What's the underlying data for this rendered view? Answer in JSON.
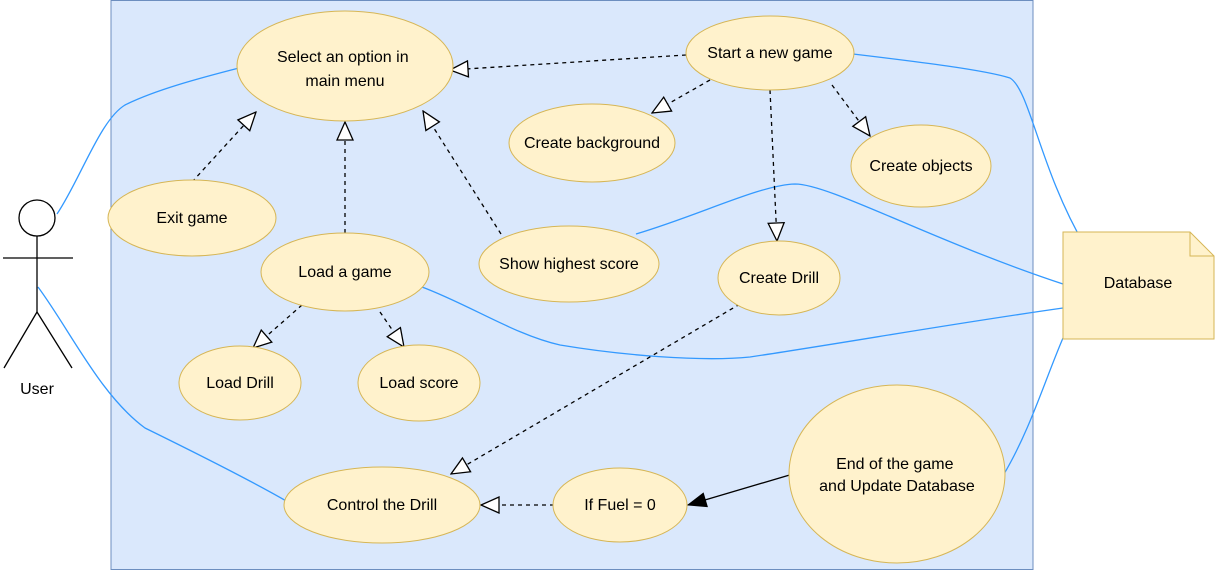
{
  "colors": {
    "system_fill": "#dae8fc",
    "system_stroke": "#6c8ebf",
    "usecase_fill": "#fff2cc",
    "usecase_stroke": "#d6b656",
    "association": "#3399ff",
    "dependency": "#000000"
  },
  "actor": {
    "label": "User",
    "icon": "stick-figure-icon"
  },
  "database": {
    "label": "Database",
    "icon": "note-icon"
  },
  "use_cases": {
    "select_option": [
      "Select an option in",
      "main menu"
    ],
    "start_new_game": [
      "Start a new game"
    ],
    "create_background": [
      "Create background"
    ],
    "create_objects": [
      "Create objects"
    ],
    "exit_game": [
      "Exit game"
    ],
    "load_game": [
      "Load a game"
    ],
    "show_highest_score": [
      "Show highest score"
    ],
    "create_drill": [
      "Create Drill"
    ],
    "load_drill": [
      "Load Drill"
    ],
    "load_score": [
      "Load score"
    ],
    "end_game": [
      "End of the game",
      "and Update Database"
    ],
    "if_fuel": [
      "If Fuel = 0"
    ],
    "control_drill": [
      "Control the Drill"
    ]
  }
}
